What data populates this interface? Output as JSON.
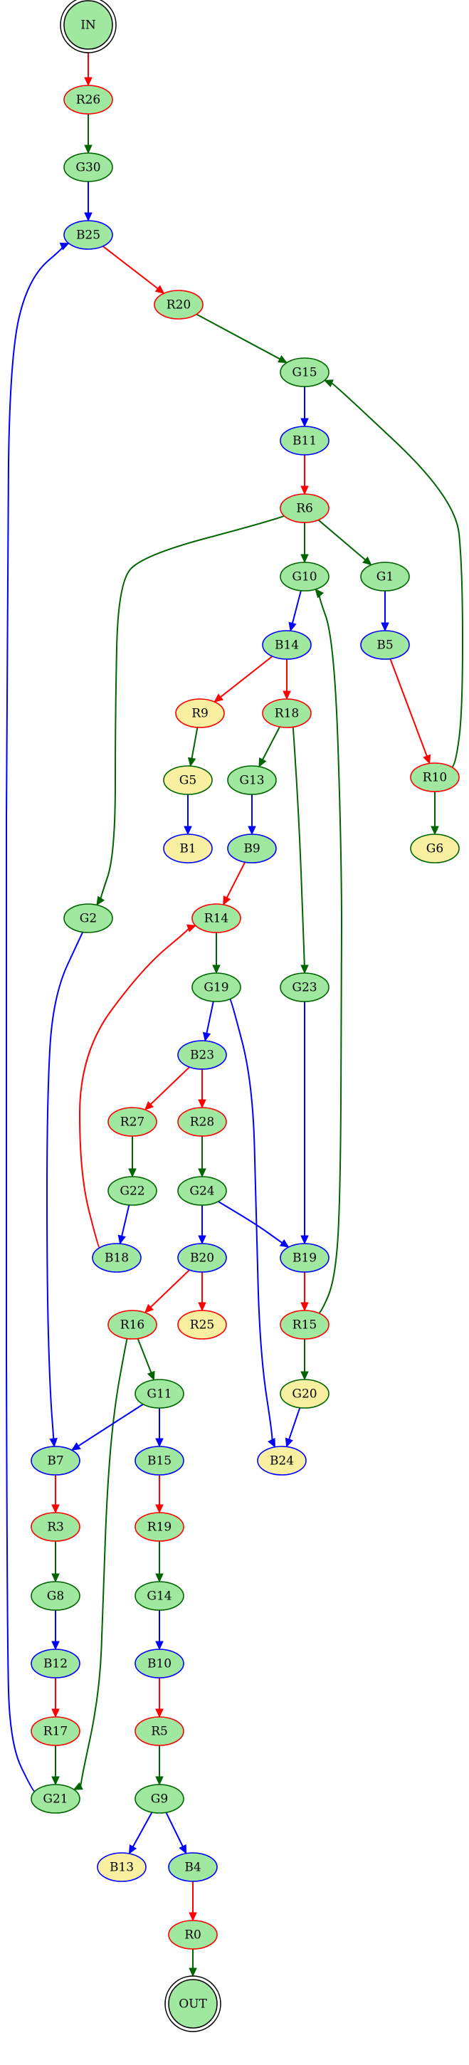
{
  "colors": {
    "node_green_fill": "#a0e8a0",
    "node_yellow_fill": "#f8f0a0",
    "red": "#ff0000",
    "green": "#006400",
    "blue": "#0000ff",
    "black": "#000000"
  },
  "nodes": [
    {
      "id": "IN",
      "label": "IN",
      "fill": "green",
      "border": "black",
      "terminal": true
    },
    {
      "id": "R26",
      "label": "R26",
      "fill": "green",
      "border": "red"
    },
    {
      "id": "G30",
      "label": "G30",
      "fill": "green",
      "border": "green"
    },
    {
      "id": "B25",
      "label": "B25",
      "fill": "green",
      "border": "blue"
    },
    {
      "id": "R20",
      "label": "R20",
      "fill": "green",
      "border": "red"
    },
    {
      "id": "G15",
      "label": "G15",
      "fill": "green",
      "border": "green"
    },
    {
      "id": "B11",
      "label": "B11",
      "fill": "green",
      "border": "blue"
    },
    {
      "id": "R6",
      "label": "R6",
      "fill": "green",
      "border": "red"
    },
    {
      "id": "G10",
      "label": "G10",
      "fill": "green",
      "border": "green"
    },
    {
      "id": "G1",
      "label": "G1",
      "fill": "green",
      "border": "green"
    },
    {
      "id": "B14",
      "label": "B14",
      "fill": "green",
      "border": "blue"
    },
    {
      "id": "B5",
      "label": "B5",
      "fill": "green",
      "border": "blue"
    },
    {
      "id": "R9",
      "label": "R9",
      "fill": "yellow",
      "border": "red"
    },
    {
      "id": "R18",
      "label": "R18",
      "fill": "green",
      "border": "red"
    },
    {
      "id": "R10",
      "label": "R10",
      "fill": "green",
      "border": "red"
    },
    {
      "id": "G5",
      "label": "G5",
      "fill": "yellow",
      "border": "green"
    },
    {
      "id": "G13",
      "label": "G13",
      "fill": "green",
      "border": "green"
    },
    {
      "id": "G6",
      "label": "G6",
      "fill": "yellow",
      "border": "green"
    },
    {
      "id": "B1",
      "label": "B1",
      "fill": "yellow",
      "border": "blue"
    },
    {
      "id": "B9",
      "label": "B9",
      "fill": "green",
      "border": "blue"
    },
    {
      "id": "G2",
      "label": "G2",
      "fill": "green",
      "border": "green"
    },
    {
      "id": "R14",
      "label": "R14",
      "fill": "green",
      "border": "red"
    },
    {
      "id": "G19",
      "label": "G19",
      "fill": "green",
      "border": "green"
    },
    {
      "id": "G23",
      "label": "G23",
      "fill": "green",
      "border": "green"
    },
    {
      "id": "B23",
      "label": "B23",
      "fill": "green",
      "border": "blue"
    },
    {
      "id": "R27",
      "label": "R27",
      "fill": "green",
      "border": "red"
    },
    {
      "id": "R28",
      "label": "R28",
      "fill": "green",
      "border": "red"
    },
    {
      "id": "G22",
      "label": "G22",
      "fill": "green",
      "border": "green"
    },
    {
      "id": "G24",
      "label": "G24",
      "fill": "green",
      "border": "green"
    },
    {
      "id": "B18",
      "label": "B18",
      "fill": "green",
      "border": "blue"
    },
    {
      "id": "B20",
      "label": "B20",
      "fill": "green",
      "border": "blue"
    },
    {
      "id": "B19",
      "label": "B19",
      "fill": "green",
      "border": "blue"
    },
    {
      "id": "R16",
      "label": "R16",
      "fill": "green",
      "border": "red"
    },
    {
      "id": "R25",
      "label": "R25",
      "fill": "yellow",
      "border": "red"
    },
    {
      "id": "R15",
      "label": "R15",
      "fill": "green",
      "border": "red"
    },
    {
      "id": "G11",
      "label": "G11",
      "fill": "green",
      "border": "green"
    },
    {
      "id": "G20",
      "label": "G20",
      "fill": "yellow",
      "border": "green"
    },
    {
      "id": "B7",
      "label": "B7",
      "fill": "green",
      "border": "blue"
    },
    {
      "id": "B15",
      "label": "B15",
      "fill": "green",
      "border": "blue"
    },
    {
      "id": "B24",
      "label": "B24",
      "fill": "yellow",
      "border": "blue"
    },
    {
      "id": "R3",
      "label": "R3",
      "fill": "green",
      "border": "red"
    },
    {
      "id": "R19",
      "label": "R19",
      "fill": "green",
      "border": "red"
    },
    {
      "id": "G8",
      "label": "G8",
      "fill": "green",
      "border": "green"
    },
    {
      "id": "G14",
      "label": "G14",
      "fill": "green",
      "border": "green"
    },
    {
      "id": "B12",
      "label": "B12",
      "fill": "green",
      "border": "blue"
    },
    {
      "id": "B10",
      "label": "B10",
      "fill": "green",
      "border": "blue"
    },
    {
      "id": "R17",
      "label": "R17",
      "fill": "green",
      "border": "red"
    },
    {
      "id": "R5",
      "label": "R5",
      "fill": "green",
      "border": "red"
    },
    {
      "id": "G21",
      "label": "G21",
      "fill": "green",
      "border": "green"
    },
    {
      "id": "G9",
      "label": "G9",
      "fill": "green",
      "border": "green"
    },
    {
      "id": "B13",
      "label": "B13",
      "fill": "yellow",
      "border": "blue"
    },
    {
      "id": "B4",
      "label": "B4",
      "fill": "green",
      "border": "blue"
    },
    {
      "id": "R0",
      "label": "R0",
      "fill": "green",
      "border": "red"
    },
    {
      "id": "OUT",
      "label": "OUT",
      "fill": "green",
      "border": "black",
      "terminal": true
    }
  ],
  "edges": [
    {
      "from": "IN",
      "to": "R26",
      "color": "red"
    },
    {
      "from": "R26",
      "to": "G30",
      "color": "green"
    },
    {
      "from": "G30",
      "to": "B25",
      "color": "blue"
    },
    {
      "from": "B25",
      "to": "R20",
      "color": "red"
    },
    {
      "from": "R20",
      "to": "G15",
      "color": "green"
    },
    {
      "from": "G15",
      "to": "B11",
      "color": "blue"
    },
    {
      "from": "B11",
      "to": "R6",
      "color": "red"
    },
    {
      "from": "R6",
      "to": "G10",
      "color": "green"
    },
    {
      "from": "R6",
      "to": "G1",
      "color": "green"
    },
    {
      "from": "R6",
      "to": "G2",
      "color": "green"
    },
    {
      "from": "G10",
      "to": "B14",
      "color": "blue"
    },
    {
      "from": "G1",
      "to": "B5",
      "color": "blue"
    },
    {
      "from": "B14",
      "to": "R9",
      "color": "red"
    },
    {
      "from": "B14",
      "to": "R18",
      "color": "red"
    },
    {
      "from": "B5",
      "to": "R10",
      "color": "red"
    },
    {
      "from": "R10",
      "to": "G15",
      "color": "green"
    },
    {
      "from": "R10",
      "to": "G6",
      "color": "green"
    },
    {
      "from": "R9",
      "to": "G5",
      "color": "green"
    },
    {
      "from": "G5",
      "to": "B1",
      "color": "blue"
    },
    {
      "from": "R18",
      "to": "G13",
      "color": "green"
    },
    {
      "from": "R18",
      "to": "G23",
      "color": "green"
    },
    {
      "from": "G13",
      "to": "B9",
      "color": "blue"
    },
    {
      "from": "B9",
      "to": "R14",
      "color": "red"
    },
    {
      "from": "R14",
      "to": "G19",
      "color": "green"
    },
    {
      "from": "G19",
      "to": "B23",
      "color": "blue"
    },
    {
      "from": "G19",
      "to": "B24",
      "color": "blue"
    },
    {
      "from": "G23",
      "to": "B19",
      "color": "blue"
    },
    {
      "from": "B23",
      "to": "R27",
      "color": "red"
    },
    {
      "from": "B23",
      "to": "R28",
      "color": "red"
    },
    {
      "from": "R27",
      "to": "G22",
      "color": "green"
    },
    {
      "from": "G22",
      "to": "B18",
      "color": "blue"
    },
    {
      "from": "B18",
      "to": "R14",
      "color": "red"
    },
    {
      "from": "R28",
      "to": "G24",
      "color": "green"
    },
    {
      "from": "G24",
      "to": "B20",
      "color": "blue"
    },
    {
      "from": "G24",
      "to": "B19",
      "color": "blue"
    },
    {
      "from": "B20",
      "to": "R16",
      "color": "red"
    },
    {
      "from": "B20",
      "to": "R25",
      "color": "red"
    },
    {
      "from": "B19",
      "to": "R15",
      "color": "red"
    },
    {
      "from": "R15",
      "to": "G10",
      "color": "green"
    },
    {
      "from": "R15",
      "to": "G20",
      "color": "green"
    },
    {
      "from": "G20",
      "to": "B24",
      "color": "blue"
    },
    {
      "from": "R16",
      "to": "G11",
      "color": "green"
    },
    {
      "from": "R16",
      "to": "G21",
      "color": "green"
    },
    {
      "from": "G2",
      "to": "B7",
      "color": "blue"
    },
    {
      "from": "G11",
      "to": "B7",
      "color": "blue"
    },
    {
      "from": "G11",
      "to": "B15",
      "color": "blue"
    },
    {
      "from": "B7",
      "to": "R3",
      "color": "red"
    },
    {
      "from": "B15",
      "to": "R19",
      "color": "red"
    },
    {
      "from": "R3",
      "to": "G8",
      "color": "green"
    },
    {
      "from": "R19",
      "to": "G14",
      "color": "green"
    },
    {
      "from": "G8",
      "to": "B12",
      "color": "blue"
    },
    {
      "from": "G14",
      "to": "B10",
      "color": "blue"
    },
    {
      "from": "B12",
      "to": "R17",
      "color": "red"
    },
    {
      "from": "B10",
      "to": "R5",
      "color": "red"
    },
    {
      "from": "R17",
      "to": "G21",
      "color": "green"
    },
    {
      "from": "G21",
      "to": "B25",
      "color": "blue"
    },
    {
      "from": "R5",
      "to": "G9",
      "color": "green"
    },
    {
      "from": "G9",
      "to": "B13",
      "color": "blue"
    },
    {
      "from": "G9",
      "to": "B4",
      "color": "blue"
    },
    {
      "from": "B4",
      "to": "R0",
      "color": "red"
    },
    {
      "from": "R0",
      "to": "OUT",
      "color": "green"
    }
  ]
}
